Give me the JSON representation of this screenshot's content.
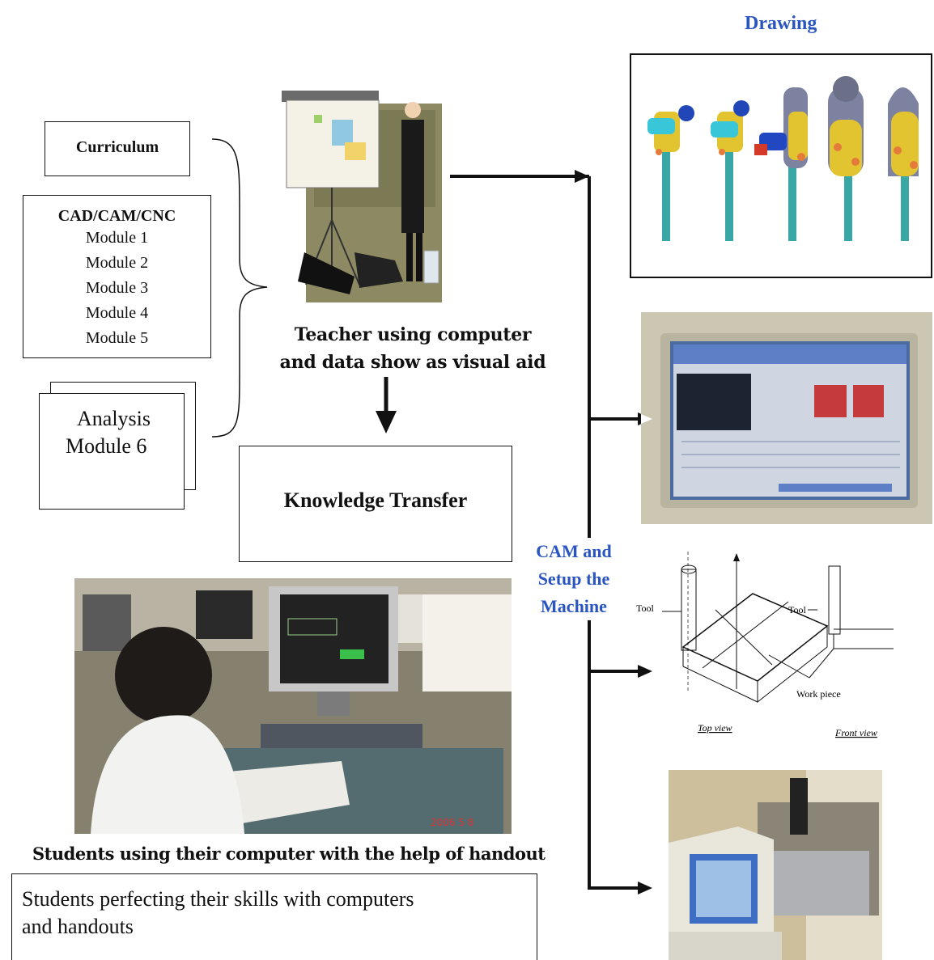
{
  "top_right_label": "Drawing",
  "curriculum_box": {
    "title": "Curriculum"
  },
  "modules_box": {
    "title": "CAD/CAM/CNC",
    "modules": [
      "Module 1",
      "Module 2",
      "Module 3",
      "Module 4",
      "Module 5"
    ]
  },
  "analysis_box": {
    "line1": "Analysis",
    "line2": "Module 6"
  },
  "teacher_caption": {
    "line1": "Teacher using computer",
    "line2": "and data show as visual aid"
  },
  "knowledge_box": {
    "label": "Knowledge Transfer"
  },
  "cam_label": {
    "line1": "CAM and",
    "line2": "Setup the",
    "line3": "Machine"
  },
  "cnc_diagram": {
    "tool_left": "Tool",
    "tool_right": "Tool",
    "work_piece": "Work piece",
    "top_view": "Top view",
    "front_view": "Front view"
  },
  "students_caption": "Students using their computer with the help of handout",
  "students_box": {
    "line1": "Students perfecting their skills with computers",
    "line2": "and handouts"
  },
  "colors": {
    "label_blue": "#2a55c0",
    "line": "#111111"
  }
}
